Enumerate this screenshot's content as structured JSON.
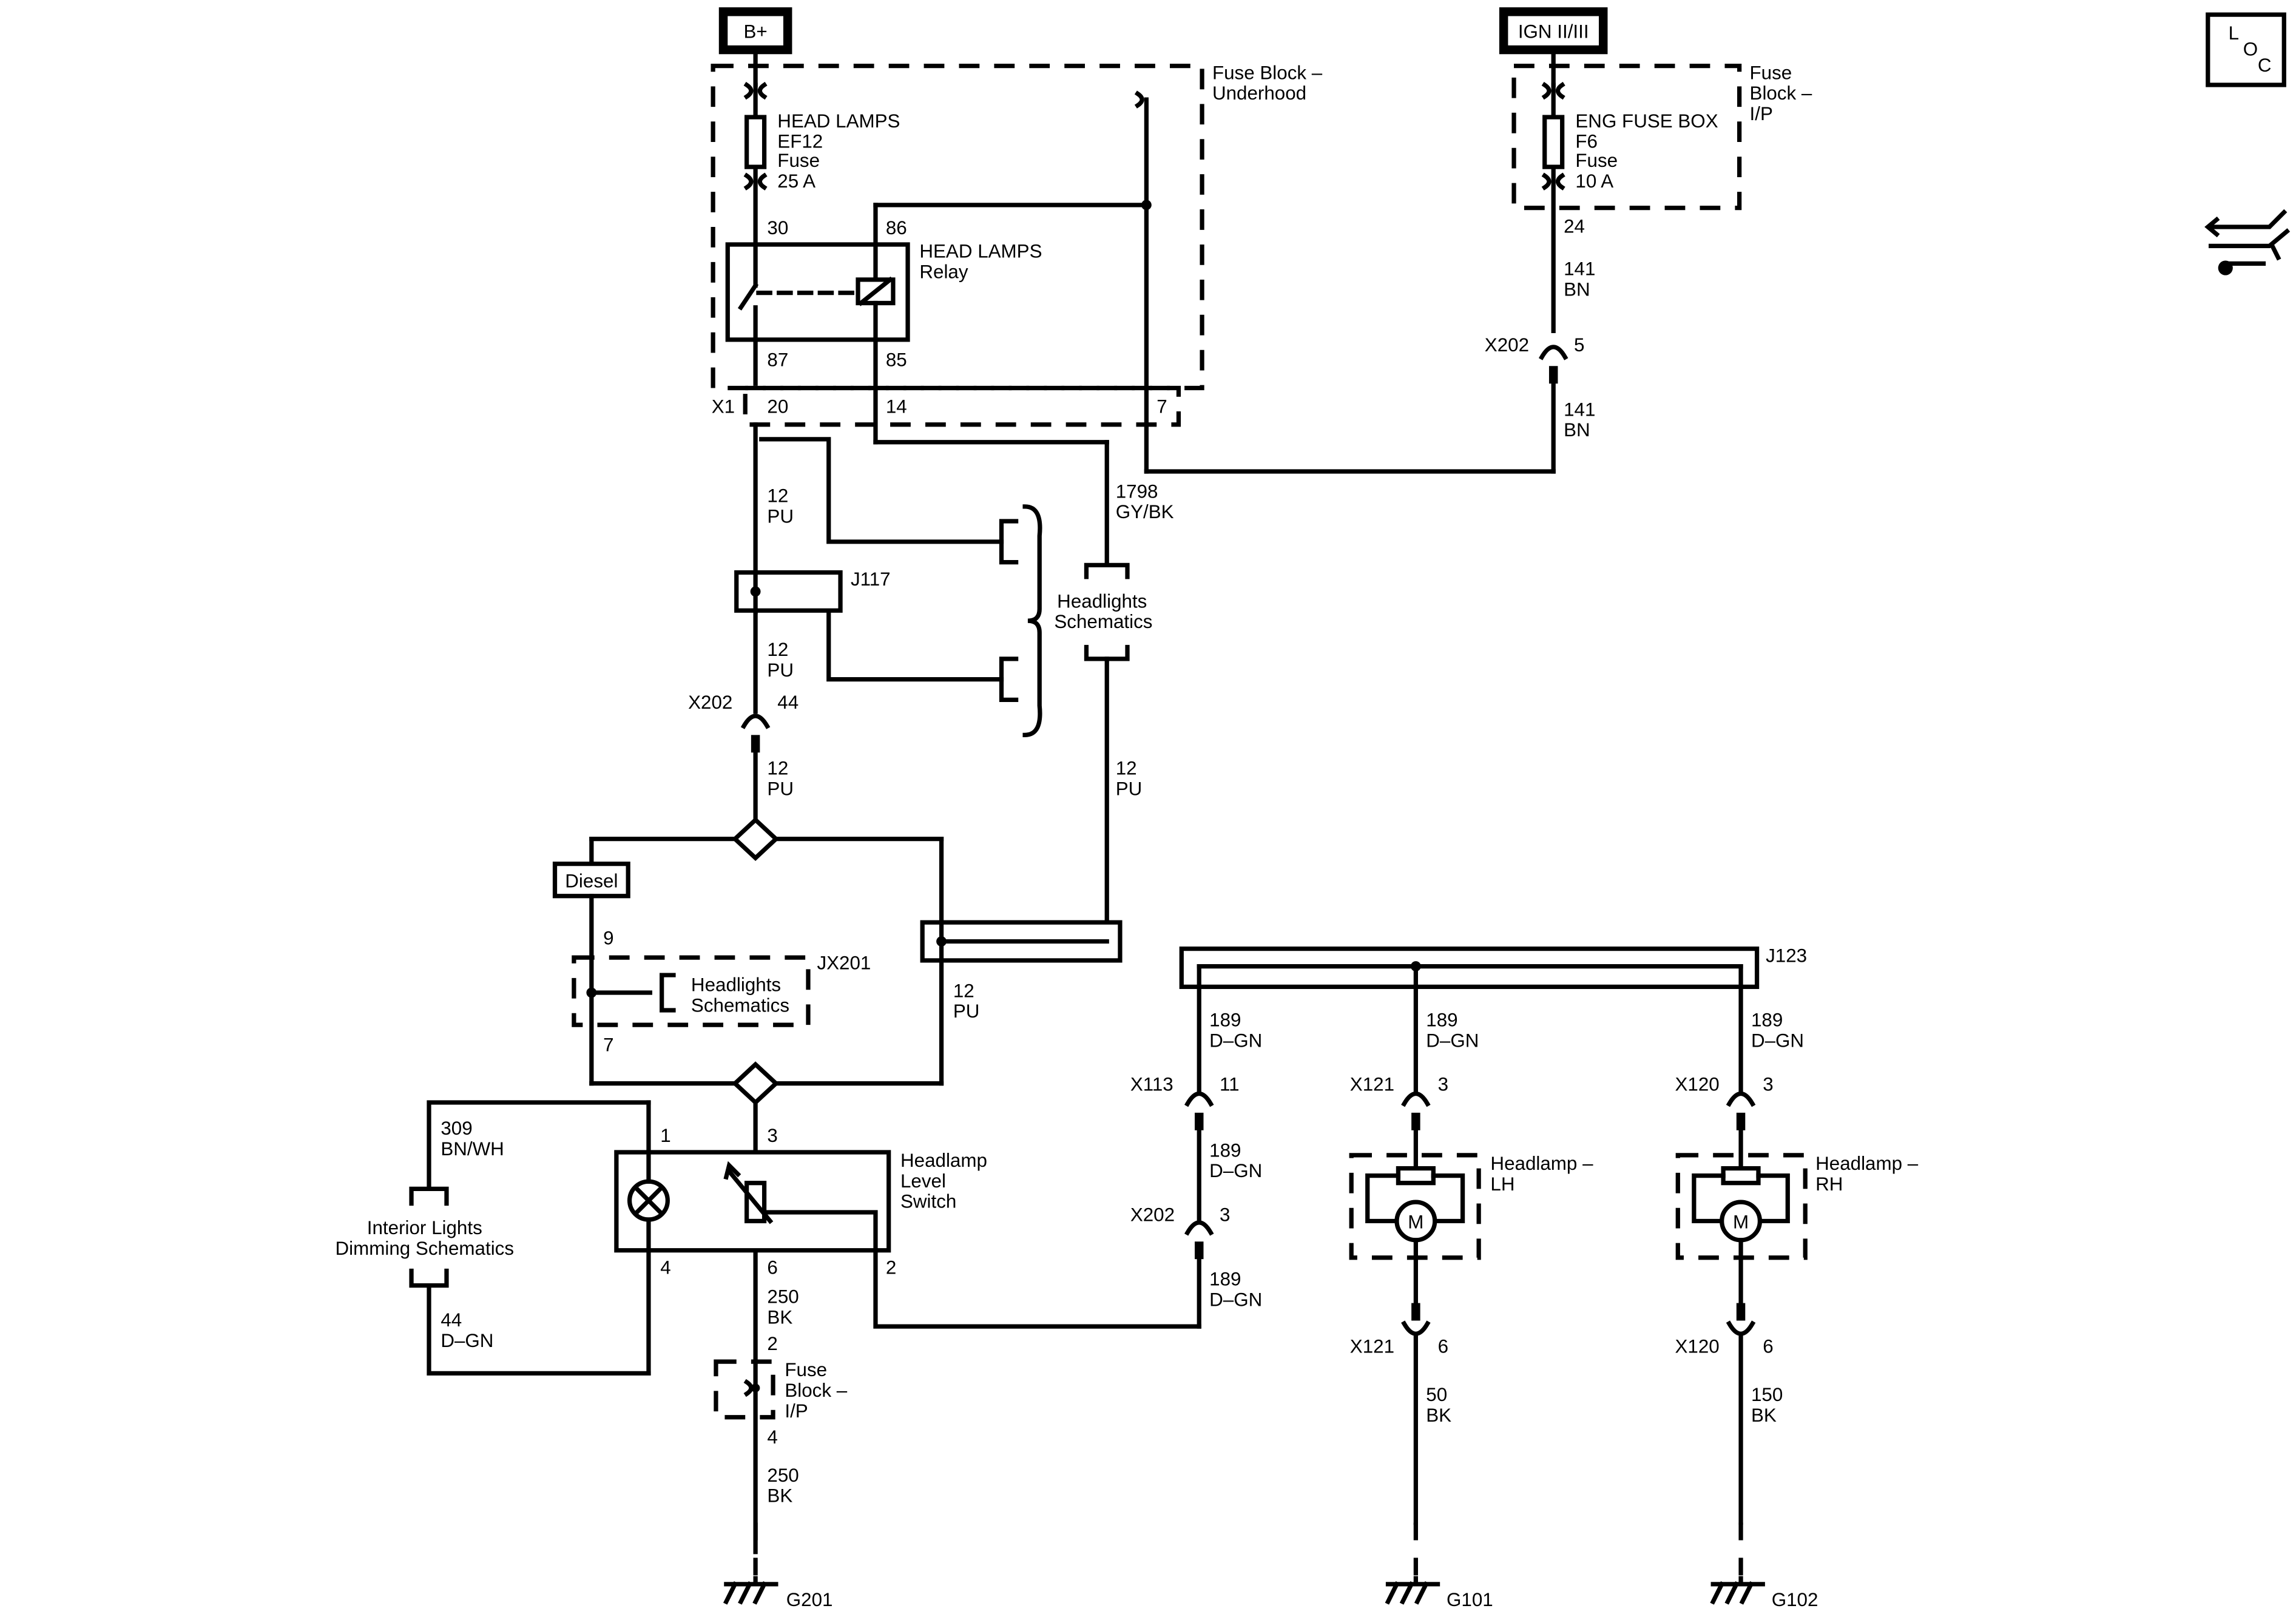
{
  "power": {
    "bplus": "B+",
    "ign": "IGN II/III"
  },
  "loc_icon": {
    "letters": [
      "L",
      "O",
      "C"
    ]
  },
  "nav_icon": "wire-transfer-icon",
  "fuse_block_underhood": {
    "line1": "Fuse Block –",
    "line2": "Underhood"
  },
  "fuse_block_ip": {
    "line1": "Fuse",
    "line2": "Block –",
    "line3": "I/P"
  },
  "fuse_ef12": {
    "line1": "HEAD LAMPS",
    "line2": "EF12",
    "line3": "Fuse",
    "line4": "25 A"
  },
  "fuse_f6": {
    "line1": "ENG FUSE BOX",
    "line2": "F6",
    "line3": "Fuse",
    "line4": "10 A"
  },
  "relay": {
    "line1": "HEAD LAMPS",
    "line2": "Relay",
    "pin30": "30",
    "pin86": "86",
    "pin87": "87",
    "pin85": "85"
  },
  "x1": {
    "name": "X1",
    "p20": "20",
    "p14": "14",
    "p7": "7"
  },
  "pin24": "24",
  "wire141a": {
    "num": "141",
    "color": "BN"
  },
  "wire141b": {
    "num": "141",
    "color": "BN"
  },
  "x202_5": {
    "name": "X202",
    "pin": "5"
  },
  "wire12_top": {
    "num": "12",
    "color": "PU"
  },
  "wire1798": {
    "num": "1798",
    "color": "GY/BK"
  },
  "j117": "J117",
  "headlights_schem_1": {
    "line1": "Headlights",
    "line2": "Schematics"
  },
  "wire12_b": {
    "num": "12",
    "color": "PU"
  },
  "x202_44": {
    "name": "X202",
    "pin": "44"
  },
  "wire12_c": {
    "num": "12",
    "color": "PU"
  },
  "wire12_d": {
    "num": "12",
    "color": "PU"
  },
  "diesel": "Diesel",
  "jx201": {
    "name": "JX201",
    "p9": "9",
    "p7": "7"
  },
  "headlights_schem_2": {
    "line1": "Headlights",
    "line2": "Schematics"
  },
  "wire12_e": {
    "num": "12",
    "color": "PU"
  },
  "j123": "J123",
  "wire189_a": {
    "num": "189",
    "color": "D–GN"
  },
  "wire189_b": {
    "num": "189",
    "color": "D–GN"
  },
  "wire189_c": {
    "num": "189",
    "color": "D–GN"
  },
  "wire189_d": {
    "num": "189",
    "color": "D–GN"
  },
  "wire189_e": {
    "num": "189",
    "color": "D–GN"
  },
  "x113_11": {
    "name": "X113",
    "pin": "11"
  },
  "x202_3": {
    "name": "X202",
    "pin": "3"
  },
  "x121_3": {
    "name": "X121",
    "pin": "3"
  },
  "x120_3": {
    "name": "X120",
    "pin": "3"
  },
  "x121_6": {
    "name": "X121",
    "pin": "6"
  },
  "x120_6": {
    "name": "X120",
    "pin": "6"
  },
  "headlamp_lh": {
    "line1": "Headlamp –",
    "line2": "LH",
    "motor": "M"
  },
  "headlamp_rh": {
    "line1": "Headlamp –",
    "line2": "RH",
    "motor": "M"
  },
  "wire50": {
    "num": "50",
    "color": "BK"
  },
  "wire150": {
    "num": "150",
    "color": "BK"
  },
  "level_switch": {
    "line1": "Headlamp",
    "line2": "Level",
    "line3": "Switch",
    "p1": "1",
    "p3": "3",
    "p4": "4",
    "p6": "6",
    "p2": "2"
  },
  "wire309": {
    "num": "309",
    "color": "BN/WH"
  },
  "interior_dim": {
    "line1": "Interior Lights",
    "line2": "Dimming Schematics"
  },
  "wire44": {
    "num": "44",
    "color": "D–GN"
  },
  "wire250_a": {
    "num": "250",
    "color": "BK"
  },
  "fuse_block_ip2": {
    "pin2": "2",
    "line1": "Fuse",
    "line2": "Block –",
    "line3": "I/P",
    "pin4": "4"
  },
  "wire250_b": {
    "num": "250",
    "color": "BK"
  },
  "grounds": {
    "g201": "G201",
    "g101": "G101",
    "g102": "G102"
  }
}
